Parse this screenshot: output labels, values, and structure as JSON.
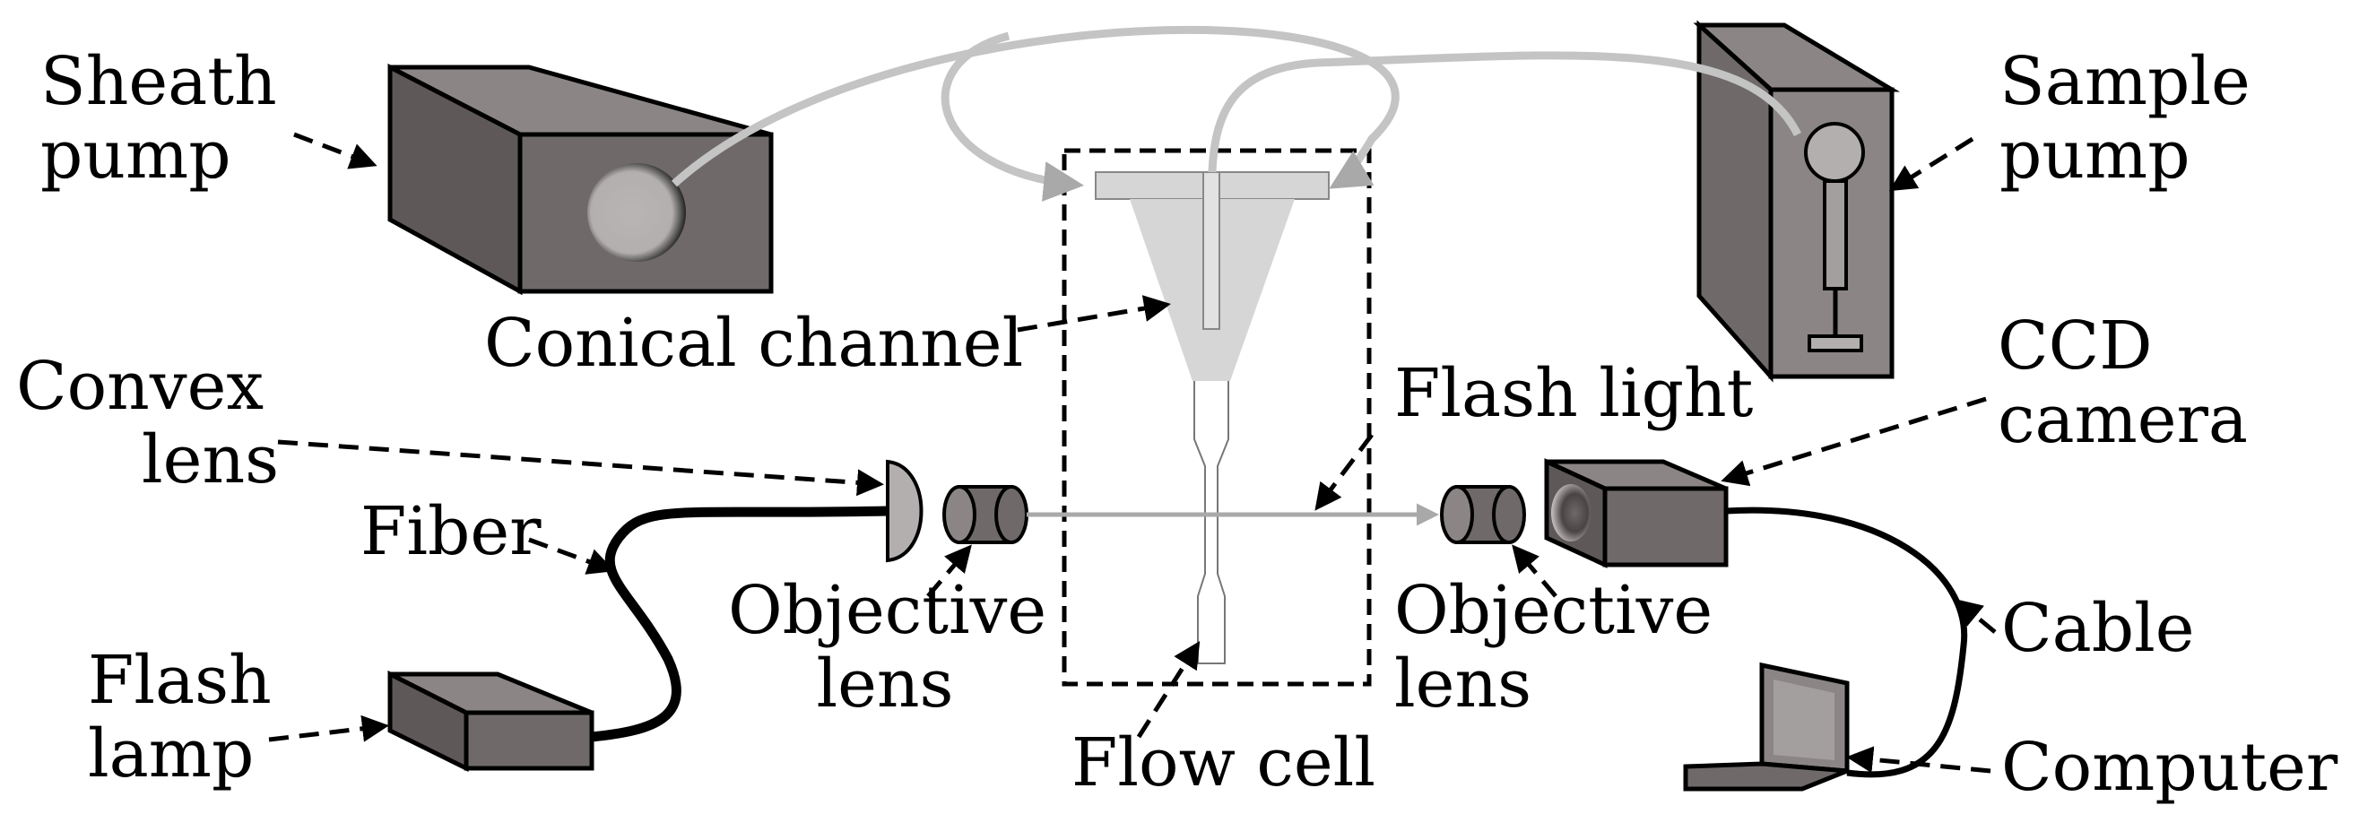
{
  "labels": {
    "sheath_pump": [
      "Sheath",
      "pump"
    ],
    "sample_pump": [
      "Sample",
      "pump"
    ],
    "conical_channel": "Conical channel",
    "convex_lens": [
      "Convex",
      "lens"
    ],
    "fiber": "Fiber",
    "flash_lamp": [
      "Flash",
      "lamp"
    ],
    "objective_lens_left": [
      "Objective",
      "lens"
    ],
    "flow_cell": "Flow cell",
    "flash_light": "Flash light",
    "objective_lens_right": [
      "Objective",
      "lens"
    ],
    "ccd_camera": [
      "CCD",
      "camera"
    ],
    "cable": "Cable",
    "computer": "Computer"
  },
  "colors": {
    "box_front": "#6f6a69",
    "box_top": "#8b8685",
    "box_side": "#5e5958",
    "tube": "#c4c4c4",
    "channel_fill": "#d6d6d6",
    "cable": "#000000",
    "light_path": "#a9a9a9"
  },
  "icons": {
    "sheath_pump": "pump-box-icon",
    "sample_pump": "syringe-pump-icon",
    "flash_lamp": "lamp-box-icon",
    "ccd_camera": "camera-icon",
    "computer": "laptop-icon"
  }
}
